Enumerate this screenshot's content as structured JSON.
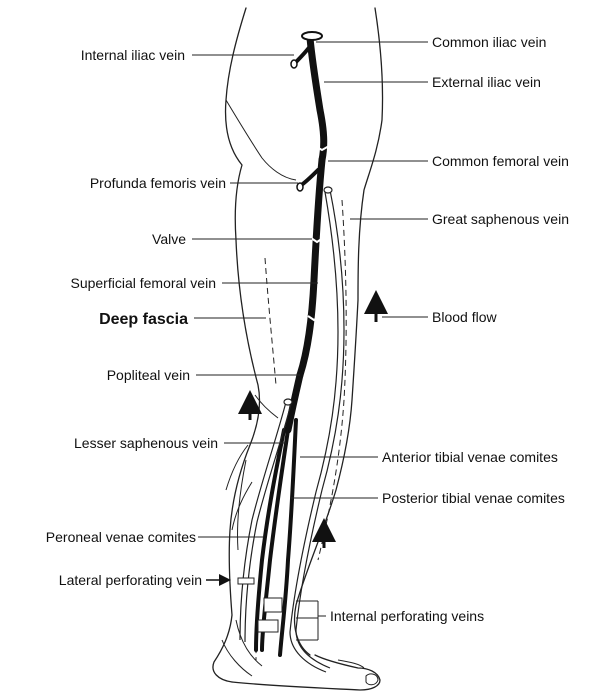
{
  "labels": {
    "left": {
      "internal_iliac_vein": "Internal iliac vein",
      "profunda_femoris_vein": "Profunda femoris vein",
      "valve": "Valve",
      "superficial_femoral_vein": "Superficial femoral vein",
      "deep_fascia": "Deep fascia",
      "popliteal_vein": "Popliteal vein",
      "lesser_saphenous_vein": "Lesser saphenous vein",
      "peroneal_venae_comites": "Peroneal venae comites",
      "lateral_perforating_vein": "Lateral perforating vein"
    },
    "right": {
      "common_iliac_vein": "Common iliac vein",
      "external_iliac_vein": "External iliac vein",
      "common_femoral_vein": "Common femoral vein",
      "great_saphenous_vein": "Great saphenous vein",
      "blood_flow": "Blood flow",
      "anterior_tibial_venae_comites": "Anterior tibial venae comites",
      "posterior_tibial_venae_comites": "Posterior tibial venae comites",
      "internal_perforating_veins": "Internal perforating veins"
    }
  }
}
